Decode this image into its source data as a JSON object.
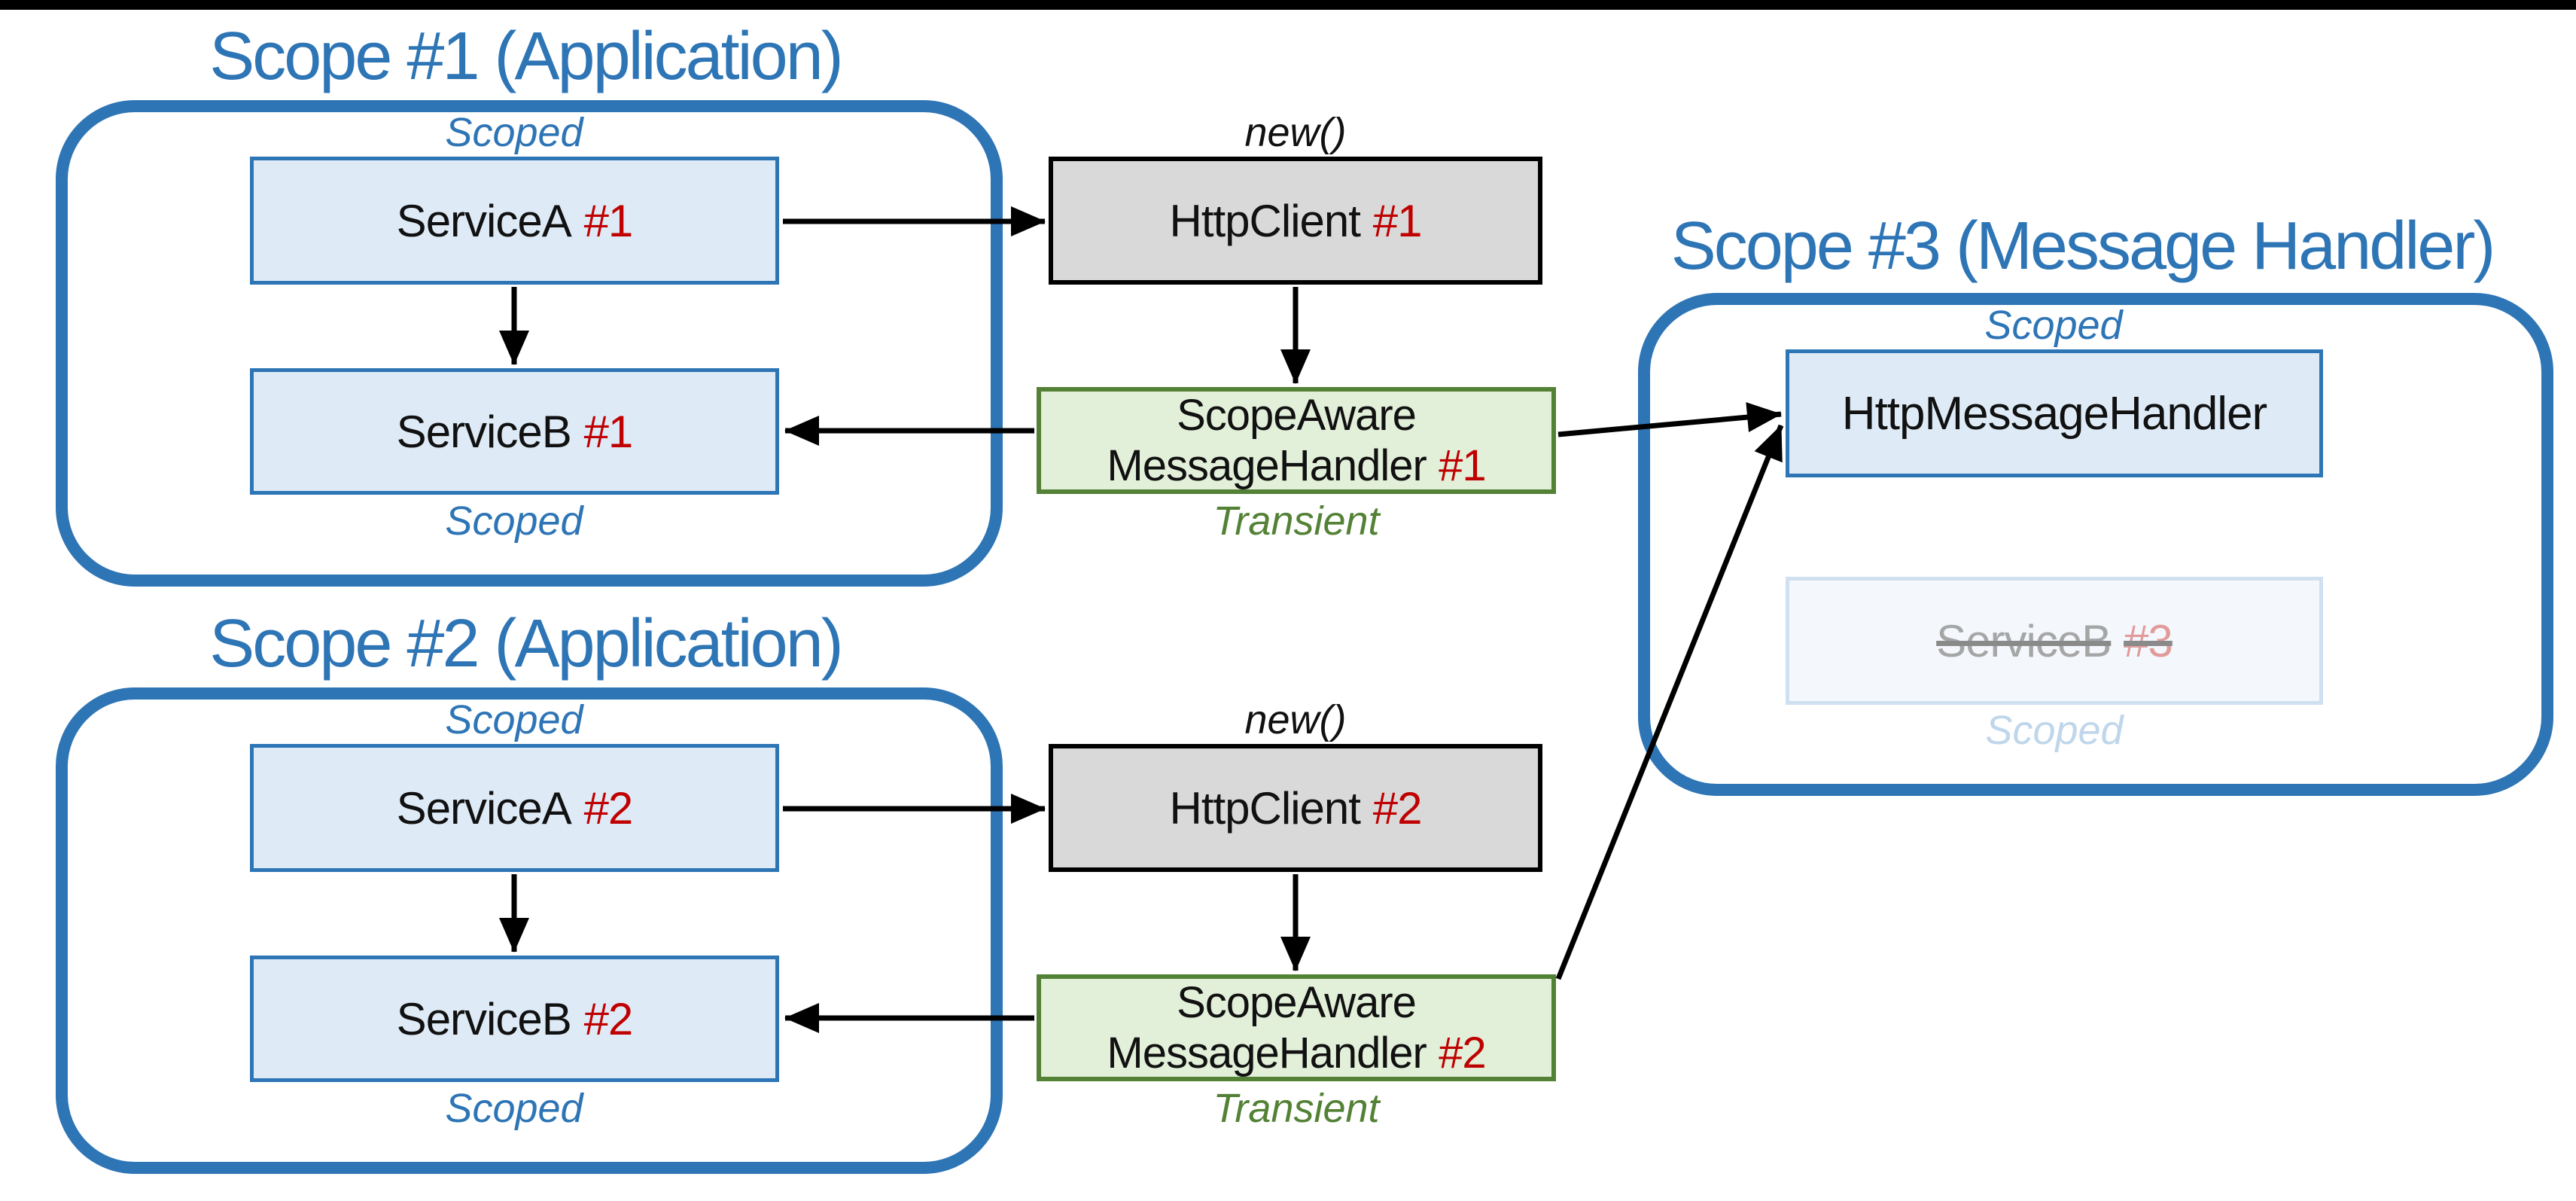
{
  "colors": {
    "accent_blue": "#2E75B6",
    "blue_fill": "#DEEBF7",
    "gray_fill": "#D9D9D9",
    "green_border": "#538135",
    "green_fill": "#E2EFD9",
    "instance_red": "#C00000",
    "faded_fill": "#F4F8FD",
    "faded_text": "#A6A6A6",
    "bar_black": "#000000"
  },
  "scope1": {
    "title": "Scope #1 (Application)",
    "scoped_top": "Scoped",
    "scoped_bottom": "Scoped",
    "service_a": {
      "name": "ServiceA",
      "instance": "#1"
    },
    "service_b": {
      "name": "ServiceB",
      "instance": "#1"
    }
  },
  "pipeline1": {
    "new_label": "new()",
    "http_client": {
      "name": "HttpClient",
      "instance": "#1"
    },
    "message_handler": {
      "line1": "ScopeAware",
      "line2": "MessageHandler",
      "instance": "#1"
    },
    "transient_label": "Transient"
  },
  "scope2": {
    "title": "Scope #2 (Application)",
    "scoped_top": "Scoped",
    "scoped_bottom": "Scoped",
    "service_a": {
      "name": "ServiceA",
      "instance": "#2"
    },
    "service_b": {
      "name": "ServiceB",
      "instance": "#2"
    }
  },
  "pipeline2": {
    "new_label": "new()",
    "http_client": {
      "name": "HttpClient",
      "instance": "#2"
    },
    "message_handler": {
      "line1": "ScopeAware",
      "line2": "MessageHandler",
      "instance": "#2"
    },
    "transient_label": "Transient"
  },
  "scope3": {
    "title": "Scope #3 (Message Handler)",
    "scoped_top": "Scoped",
    "scoped_bottom": "Scoped",
    "handler": {
      "name": "HttpMessageHandler"
    },
    "service_b_disposed": {
      "name": "ServiceB",
      "instance": "#3"
    }
  }
}
